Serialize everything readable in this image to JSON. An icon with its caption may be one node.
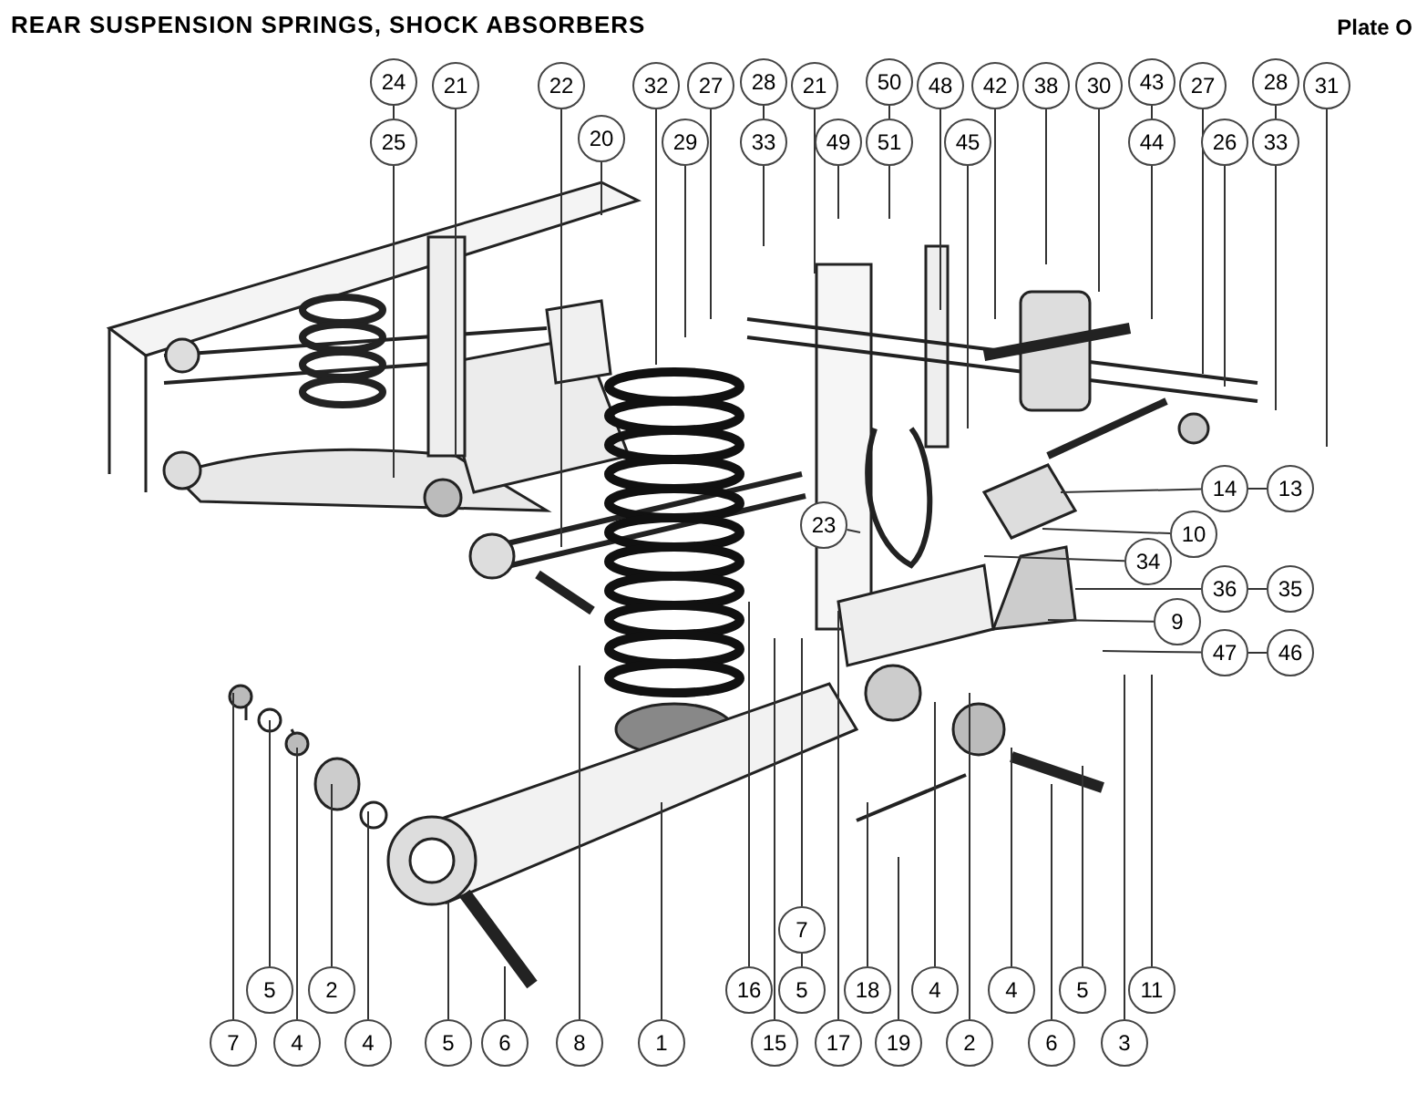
{
  "diagram": {
    "title": "REAR SUSPENSION SPRINGS, SHOCK ABSORBERS",
    "nodes": [
      {
        "text": [
          "24"
        ]
      },
      {
        "text": [
          "25"
        ]
      },
      {
        "text": [
          "21"
        ]
      },
      {
        "text": [
          "22"
        ]
      },
      {
        "text": [
          "20"
        ]
      },
      {
        "text": [
          "32"
        ]
      },
      {
        "text": [
          "29"
        ]
      },
      {
        "text": [
          "27"
        ]
      },
      {
        "text": [
          "28"
        ]
      },
      {
        "text": [
          "33"
        ]
      },
      {
        "text": [
          "21"
        ]
      },
      {
        "text": [
          "49"
        ]
      },
      {
        "text": [
          "50"
        ]
      },
      {
        "text": [
          "51"
        ]
      },
      {
        "text": [
          "48"
        ]
      },
      {
        "text": [
          "45"
        ]
      },
      {
        "text": [
          "42"
        ]
      },
      {
        "text": [
          "38"
        ]
      },
      {
        "text": [
          "30"
        ]
      },
      {
        "text": [
          "43"
        ]
      },
      {
        "text": [
          "44"
        ]
      },
      {
        "text": [
          "27"
        ]
      },
      {
        "text": [
          "26"
        ]
      },
      {
        "text": [
          "28"
        ]
      },
      {
        "text": [
          "33"
        ]
      },
      {
        "text": [
          "31"
        ]
      },
      {
        "text": [
          "23"
        ]
      },
      {
        "text": [
          "14"
        ]
      },
      {
        "text": [
          "13"
        ]
      },
      {
        "text": [
          "10"
        ]
      },
      {
        "text": [
          "34"
        ]
      },
      {
        "text": [
          "36"
        ]
      },
      {
        "text": [
          "35"
        ]
      },
      {
        "text": [
          "9"
        ]
      },
      {
        "text": [
          "47"
        ]
      },
      {
        "text": [
          "46"
        ]
      },
      {
        "text": [
          "7"
        ]
      },
      {
        "text": [
          "5"
        ]
      },
      {
        "text": [
          "4"
        ]
      },
      {
        "text": [
          "2"
        ]
      },
      {
        "text": [
          "4"
        ]
      },
      {
        "text": [
          "5"
        ]
      },
      {
        "text": [
          "6"
        ]
      },
      {
        "text": [
          "8"
        ]
      },
      {
        "text": [
          "1"
        ]
      },
      {
        "text": [
          "16"
        ]
      },
      {
        "text": [
          "15"
        ]
      },
      {
        "text": [
          "7"
        ]
      },
      {
        "text": [
          "5"
        ]
      },
      {
        "text": [
          "17"
        ]
      },
      {
        "text": [
          "18"
        ]
      },
      {
        "text": [
          "19"
        ]
      },
      {
        "text": [
          "4"
        ]
      },
      {
        "text": [
          "2"
        ]
      },
      {
        "text": [
          "4"
        ]
      },
      {
        "text": [
          "6"
        ]
      },
      {
        "text": [
          "5"
        ]
      },
      {
        "text": [
          "3"
        ]
      },
      {
        "text": [
          "11"
        ]
      }
    ],
    "edges": [
      {
        "from": 0,
        "to": 1,
        "arrow": "none"
      },
      {
        "from": 8,
        "to": 9,
        "arrow": "none"
      },
      {
        "from": 12,
        "to": 13,
        "arrow": "none"
      },
      {
        "from": 19,
        "to": 20,
        "arrow": "none"
      },
      {
        "from": 23,
        "to": 24,
        "arrow": "none"
      },
      {
        "from": 27,
        "to": 28,
        "arrow": "none"
      },
      {
        "from": 31,
        "to": 32,
        "arrow": "none"
      },
      {
        "from": 34,
        "to": 35,
        "arrow": "none"
      },
      {
        "from": 47,
        "to": 48,
        "arrow": "none"
      },
      {
        "from": 1,
        "to": null,
        "arrow": "none"
      },
      {
        "from": 2,
        "to": null,
        "arrow": "none"
      },
      {
        "from": 3,
        "to": null,
        "arrow": "none"
      },
      {
        "from": 4,
        "to": null,
        "arrow": "none"
      },
      {
        "from": 5,
        "to": null,
        "arrow": "none"
      },
      {
        "from": 6,
        "to": null,
        "arrow": "none"
      },
      {
        "from": 7,
        "to": null,
        "arrow": "none"
      },
      {
        "from": 9,
        "to": null,
        "arrow": "none"
      },
      {
        "from": 10,
        "to": null,
        "arrow": "none"
      },
      {
        "from": 11,
        "to": null,
        "arrow": "none"
      },
      {
        "from": 13,
        "to": null,
        "arrow": "none"
      },
      {
        "from": 14,
        "to": null,
        "arrow": "none"
      },
      {
        "from": 15,
        "to": null,
        "arrow": "none"
      },
      {
        "from": 16,
        "to": null,
        "arrow": "none"
      },
      {
        "from": 17,
        "to": null,
        "arrow": "none"
      },
      {
        "from": 18,
        "to": null,
        "arrow": "none"
      },
      {
        "from": 20,
        "to": null,
        "arrow": "none"
      },
      {
        "from": 21,
        "to": null,
        "arrow": "none"
      },
      {
        "from": 22,
        "to": null,
        "arrow": "none"
      },
      {
        "from": 24,
        "to": null,
        "arrow": "none"
      },
      {
        "from": 25,
        "to": null,
        "arrow": "none"
      },
      {
        "from": 26,
        "to": null,
        "arrow": "none"
      },
      {
        "from": 27,
        "to": null,
        "arrow": "none"
      },
      {
        "from": 29,
        "to": null,
        "arrow": "none"
      },
      {
        "from": 30,
        "to": null,
        "arrow": "none"
      },
      {
        "from": 31,
        "to": null,
        "arrow": "none"
      },
      {
        "from": 33,
        "to": null,
        "arrow": "none"
      },
      {
        "from": 34,
        "to": null,
        "arrow": "none"
      },
      {
        "from": 36,
        "to": null,
        "arrow": "none"
      },
      {
        "from": 37,
        "to": null,
        "arrow": "none"
      },
      {
        "from": 38,
        "to": null,
        "arrow": "none"
      },
      {
        "from": 39,
        "to": null,
        "arrow": "none"
      },
      {
        "from": 40,
        "to": null,
        "arrow": "none"
      },
      {
        "from": 41,
        "to": null,
        "arrow": "none"
      },
      {
        "from": 42,
        "to": null,
        "arrow": "none"
      },
      {
        "from": 43,
        "to": null,
        "arrow": "none"
      },
      {
        "from": 44,
        "to": null,
        "arrow": "none"
      },
      {
        "from": 45,
        "to": null,
        "arrow": "none"
      },
      {
        "from": 46,
        "to": null,
        "arrow": "none"
      },
      {
        "from": 47,
        "to": null,
        "arrow": "none"
      },
      {
        "from": 49,
        "to": null,
        "arrow": "none"
      },
      {
        "from": 50,
        "to": null,
        "arrow": "none"
      },
      {
        "from": 51,
        "to": null,
        "arrow": "none"
      },
      {
        "from": 52,
        "to": null,
        "arrow": "none"
      },
      {
        "from": 53,
        "to": null,
        "arrow": "none"
      },
      {
        "from": 54,
        "to": null,
        "arrow": "none"
      },
      {
        "from": 55,
        "to": null,
        "arrow": "none"
      },
      {
        "from": 56,
        "to": null,
        "arrow": "none"
      },
      {
        "from": 57,
        "to": null,
        "arrow": "none"
      },
      {
        "from": 58,
        "to": null,
        "arrow": "none"
      }
    ],
    "labels": [
      "Plate O"
    ]
  }
}
